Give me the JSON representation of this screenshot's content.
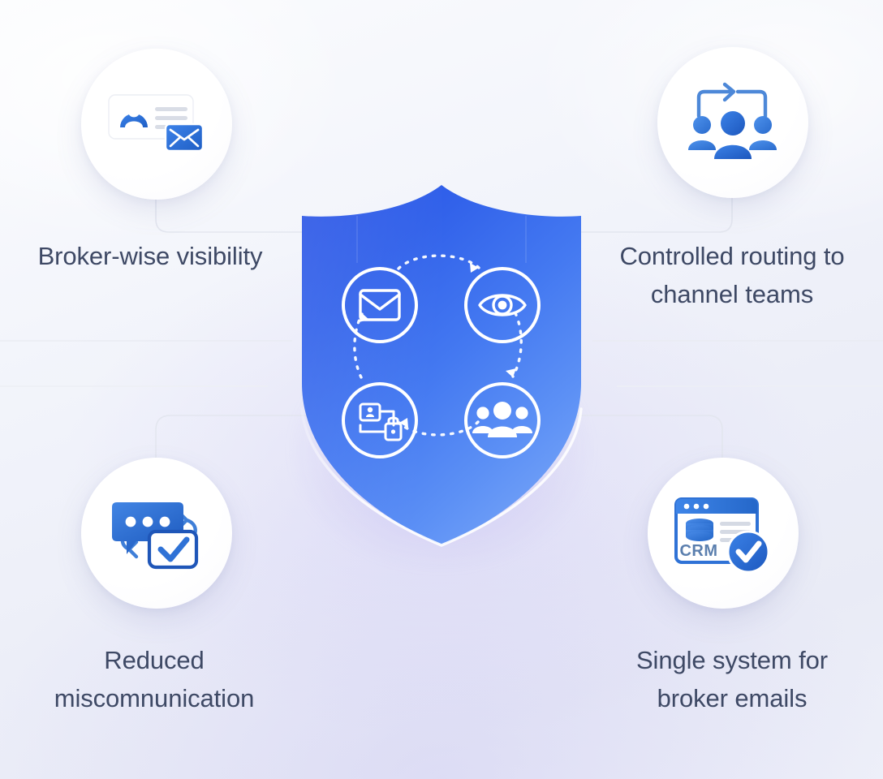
{
  "infographic": {
    "center": {
      "name": "security-shield",
      "cycle_nodes": [
        {
          "id": "email",
          "icon": "envelope-icon",
          "position": "top-left"
        },
        {
          "id": "view",
          "icon": "eye-icon",
          "position": "top-right"
        },
        {
          "id": "team",
          "icon": "people-group-icon",
          "position": "bottom-right"
        },
        {
          "id": "workflow",
          "icon": "workflow-routing-icon",
          "position": "bottom-left"
        }
      ],
      "flow_direction": "clockwise"
    },
    "features": [
      {
        "id": "broker-wise-visibility",
        "label": "Broker-wise visibility",
        "position": "top-left",
        "icon": "contact-card-email-icon"
      },
      {
        "id": "controlled-routing",
        "label": "Controlled routing to\nchannel teams",
        "position": "top-right",
        "icon": "team-routing-icon"
      },
      {
        "id": "reduced-miscomnunication",
        "label": "Reduced\nmiscomnunication",
        "position": "bottom-left",
        "icon": "chat-approval-icon"
      },
      {
        "id": "single-system",
        "label": "Single system for\nbroker emails",
        "position": "bottom-right",
        "icon": "crm-verified-icon"
      }
    ],
    "icon_text": {
      "crm": "CRM"
    },
    "colors": {
      "background": "#eef0f8",
      "shield_top": "#2b5ce8",
      "shield_bottom": "#6d9bf7",
      "icon_blue": "#2f72d6",
      "icon_blue_dark": "#1f56b8",
      "text": "#3e4965",
      "node_white": "#ffffff",
      "connector": "#e2e5ef",
      "glow_purple": "#a396ec"
    }
  }
}
